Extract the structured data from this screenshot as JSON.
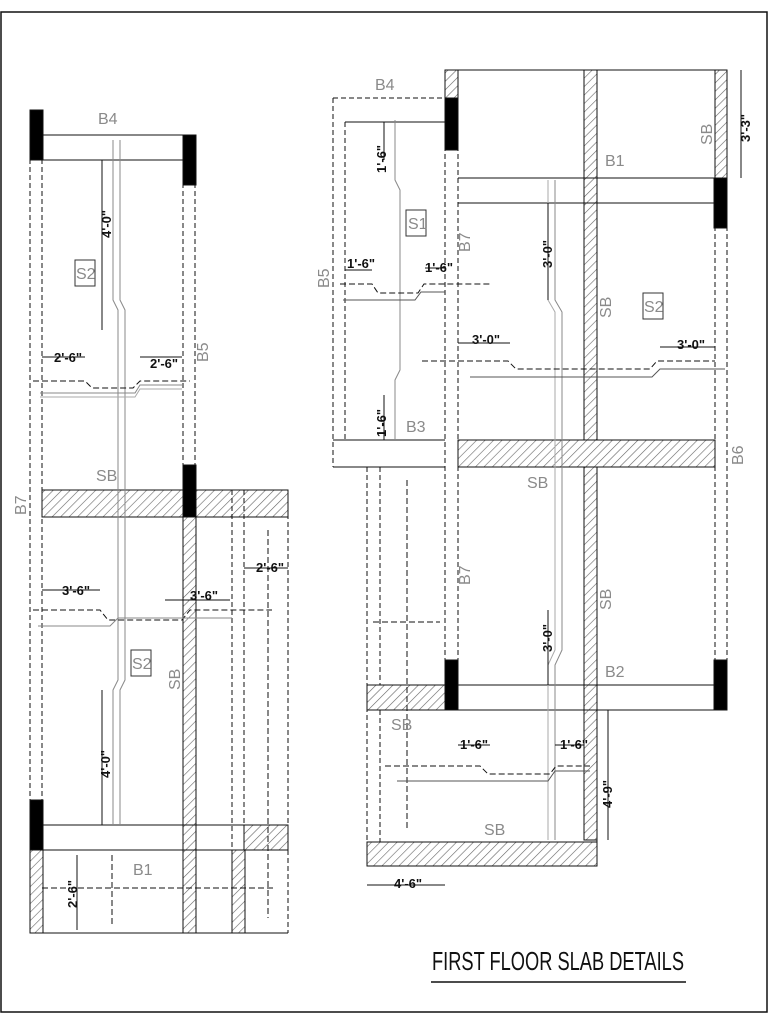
{
  "title": "FIRST FLOOR SLAB DETAILS",
  "colors": {
    "line": "#111111",
    "label": "#8a8a8a",
    "hatch": "#555555",
    "column": "#000000"
  },
  "left_plan": {
    "beams": {
      "b4": "B4",
      "b5": "B5",
      "b7": "B7",
      "b1": "B1",
      "sb_top": "SB",
      "sb_side": "SB"
    },
    "slabs": {
      "upper": "S2",
      "lower": "S2"
    },
    "dims": {
      "top_span": "4'-0\"",
      "upper_left": "2'-6\"",
      "upper_right": "2'-6\"",
      "mid_left": "3'-6\"",
      "mid_right": "3'-6\"",
      "side_right": "2'-6\"",
      "lower_span": "4'-0\"",
      "bottom_left": "2'-6\""
    }
  },
  "right_plan": {
    "beams": {
      "b4": "B4",
      "b5": "B5",
      "b3": "B3",
      "b7_upper": "B7",
      "b7_lower": "B7",
      "b1": "B1",
      "b2": "B2",
      "b6": "B6",
      "sb_top": "SB",
      "sb_mid_v": "SB",
      "sb_mid_h": "SB",
      "sb_mid_v2": "SB",
      "sb_low": "SB",
      "sb_bottom": "SB"
    },
    "slabs": {
      "s1": "S1",
      "s2": "S2"
    },
    "dims": {
      "s1_top": "1'-6\"",
      "s1_left": "1'-6\"",
      "s1_right": "1'-6\"",
      "s1_bottom": "1'-6\"",
      "s2_upper": "3'-0\"",
      "s2_left": "3'-0\"",
      "s2_right": "3'-0\"",
      "s2_lower": "3'-0\"",
      "top_right": "3'-3\"",
      "low_left": "1'-6\"",
      "low_right": "1'-6\"",
      "low_side": "4'-9\"",
      "bottom": "4'-6\""
    }
  }
}
